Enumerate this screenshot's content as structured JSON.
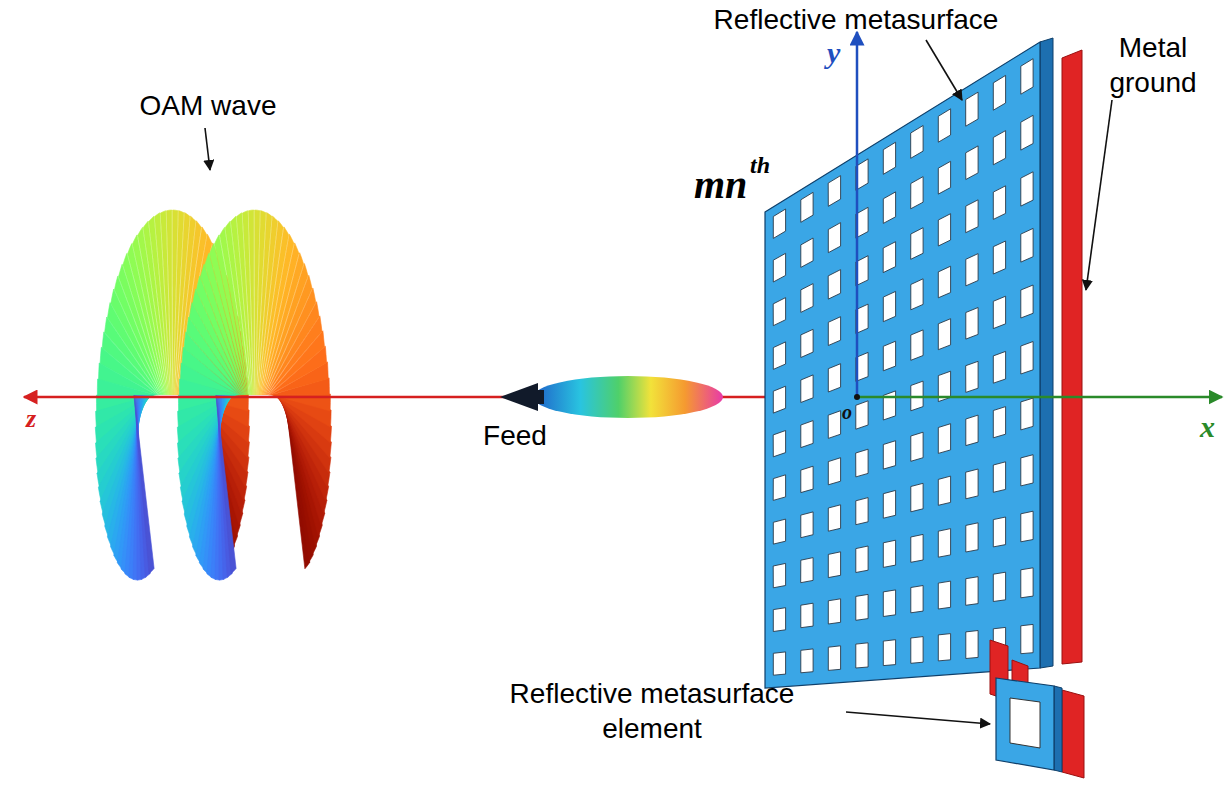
{
  "diagram": {
    "labels": [
      "Reflective metasurface",
      "Metal ground",
      "OAM wave",
      "Feed",
      "Reflective metasurface element",
      "mn",
      "th",
      "y",
      "x",
      "z",
      "o"
    ]
  }
}
